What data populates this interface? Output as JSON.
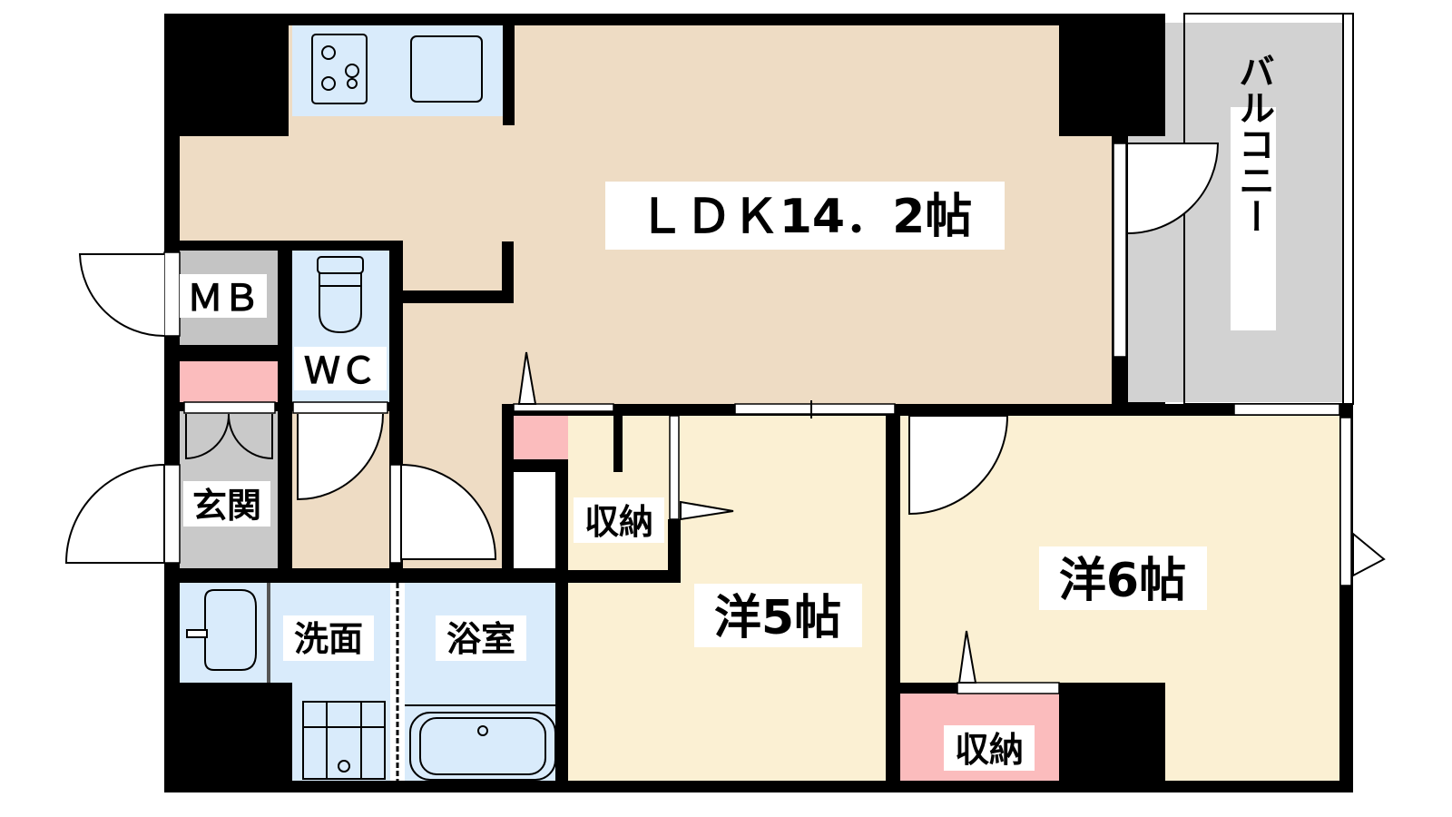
{
  "rooms": {
    "ldk": "ＬＤＫ14．2帖",
    "balcony": "バルコニー",
    "mb": "ＭＢ",
    "wc": "ＷＣ",
    "genkan": "玄関",
    "senmen": "洗面",
    "yokushitsu": "浴室",
    "shuno_a": "収納",
    "shuno_b": "収納",
    "yo5": "洋5帖",
    "yo6": "洋6帖"
  },
  "colors": {
    "wall": "#000000",
    "ldk_floor": "#eedcc4",
    "western_floor": "#fbf0d3",
    "wet_area": "#d9ebfb",
    "storage": "#fbbcbd",
    "balcony": "#d2d2d2",
    "mb": "#c4c4c4",
    "genkan": "#c9c9c9"
  }
}
